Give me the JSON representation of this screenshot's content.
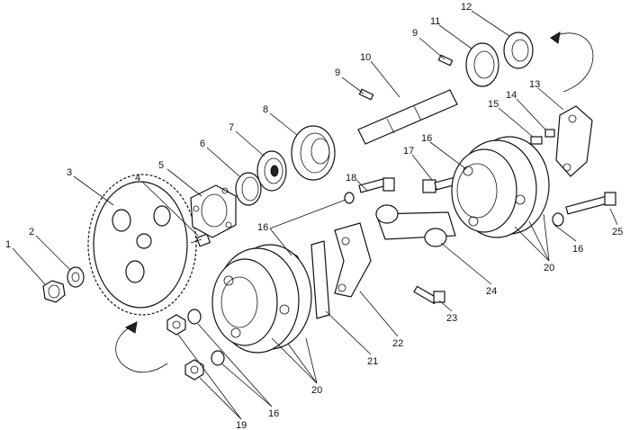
{
  "callouts": [
    {
      "id": "c1",
      "text": "1"
    },
    {
      "id": "c2",
      "text": "2"
    },
    {
      "id": "c3",
      "text": "3"
    },
    {
      "id": "c4",
      "text": "4"
    },
    {
      "id": "c5",
      "text": "5"
    },
    {
      "id": "c6",
      "text": "6"
    },
    {
      "id": "c7",
      "text": "7"
    },
    {
      "id": "c8",
      "text": "8"
    },
    {
      "id": "c9a",
      "text": "9"
    },
    {
      "id": "c9b",
      "text": "9"
    },
    {
      "id": "c10",
      "text": "10"
    },
    {
      "id": "c11",
      "text": "11"
    },
    {
      "id": "c12",
      "text": "12"
    },
    {
      "id": "c13",
      "text": "13"
    },
    {
      "id": "c14",
      "text": "14"
    },
    {
      "id": "c15",
      "text": "15"
    },
    {
      "id": "c16a",
      "text": "16"
    },
    {
      "id": "c16b",
      "text": "16"
    },
    {
      "id": "c16c",
      "text": "16"
    },
    {
      "id": "c16d",
      "text": "16"
    },
    {
      "id": "c17",
      "text": "17"
    },
    {
      "id": "c18",
      "text": "18"
    },
    {
      "id": "c19",
      "text": "19"
    },
    {
      "id": "c20a",
      "text": "20"
    },
    {
      "id": "c20b",
      "text": "20"
    },
    {
      "id": "c21",
      "text": "21"
    },
    {
      "id": "c22",
      "text": "22"
    },
    {
      "id": "c23",
      "text": "23"
    },
    {
      "id": "c24",
      "text": "24"
    },
    {
      "id": "c25",
      "text": "25"
    }
  ]
}
